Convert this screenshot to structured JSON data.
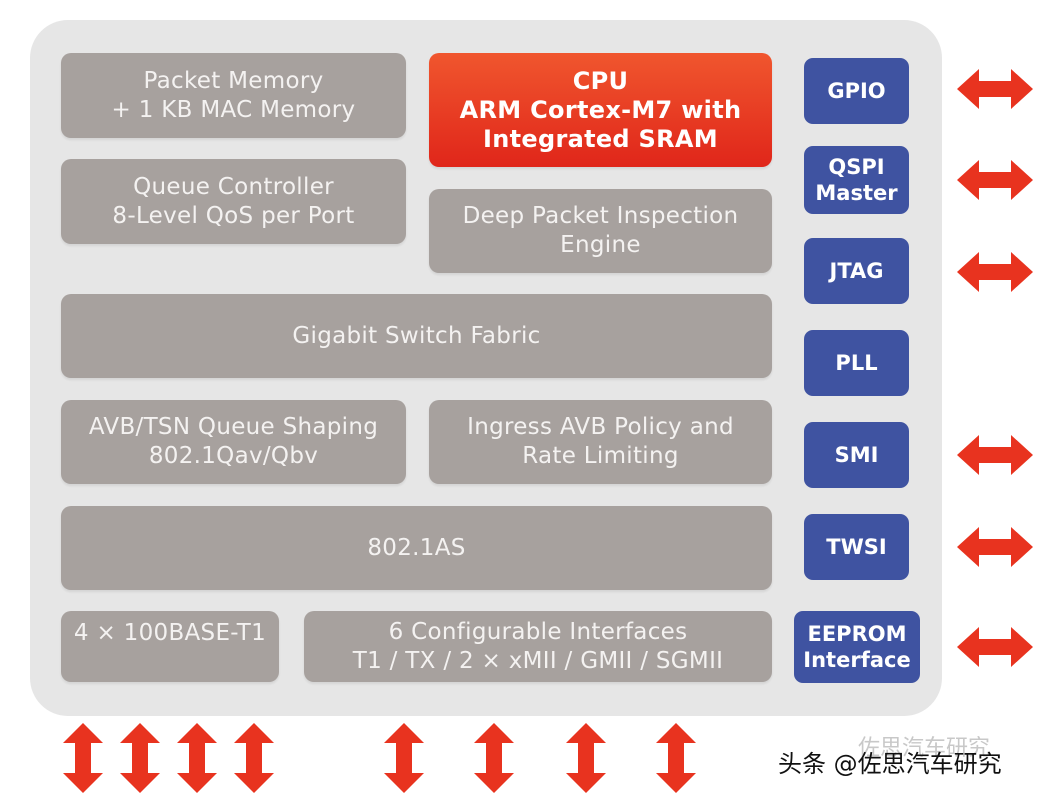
{
  "blocks": {
    "packet_memory": [
      "Packet Memory",
      "+ 1 KB MAC Memory"
    ],
    "cpu": [
      "CPU",
      "ARM Cortex-M7 with",
      "Integrated SRAM"
    ],
    "queue_controller": [
      "Queue Controller",
      "8-Level QoS per Port"
    ],
    "dpi": [
      "Deep Packet Inspection",
      "Engine"
    ],
    "switch_fabric": [
      "Gigabit Switch Fabric"
    ],
    "avb_tsn": [
      "AVB/TSN Queue Shaping",
      "802.1Qav/Qbv"
    ],
    "ingress": [
      "Ingress AVB Policy and",
      "Rate Limiting"
    ],
    "as": [
      "802.1AS"
    ],
    "base_t1": [
      "4 × 100BASE-T1"
    ],
    "config_if": [
      "6 Configurable Interfaces",
      "T1 / TX / 2 × xMII / GMII / SGMII"
    ]
  },
  "pins": {
    "gpio": [
      "GPIO"
    ],
    "qspi": [
      "QSPI",
      "Master"
    ],
    "jtag": [
      "JTAG"
    ],
    "pll": [
      "PLL"
    ],
    "smi": [
      "SMI"
    ],
    "twsi": [
      "TWSI"
    ],
    "eeprom": [
      "EEPROM",
      "Interface"
    ]
  },
  "watermark": {
    "text": "头条 @佐思汽车研究",
    "ghost": "佐思汽车研究"
  },
  "colors": {
    "panel": "#e6e6e6",
    "block": "#a7a19e",
    "cpu": "#e8381f",
    "pin": "#3f53a1",
    "arrow": "#e8331f"
  }
}
